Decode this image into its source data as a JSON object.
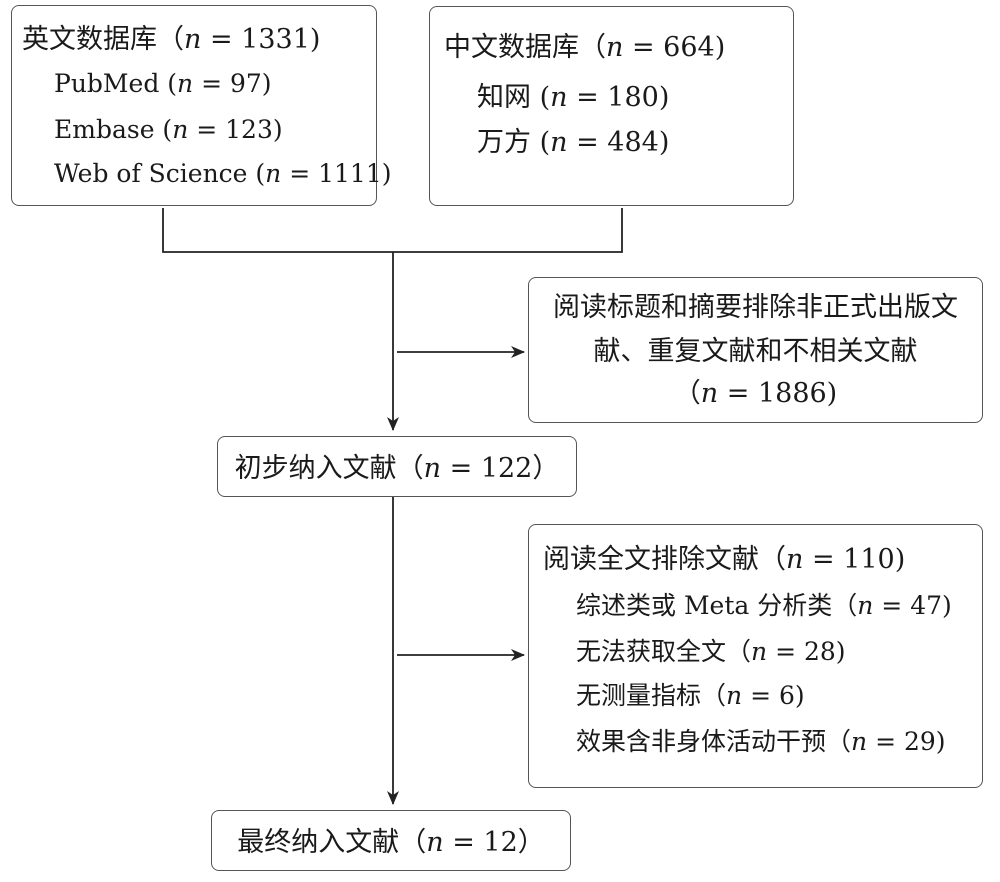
{
  "english_db": {
    "title": "英文数据库（",
    "title_n": "n",
    "title_val": " = 1331)",
    "items": [
      {
        "name": "PubMed (",
        "n": "n",
        "val": " = 97)"
      },
      {
        "name": "Embase (",
        "n": "n",
        "val": " = 123)"
      },
      {
        "name": "Web of Science (",
        "n": "n",
        "val": " = 1111)"
      }
    ]
  },
  "chinese_db": {
    "title": "中文数据库（",
    "title_n": "n",
    "title_val": " = 664)",
    "items": [
      {
        "name": "知网 (",
        "n": "n",
        "val": " = 180)"
      },
      {
        "name": "万方 (",
        "n": "n",
        "val": " = 484)"
      }
    ]
  },
  "exclude1": {
    "line1": "阅读标题和摘要排除非正式出版文",
    "line2": "献、重复文献和不相关文献",
    "line3_pre": "（",
    "line3_n": "n",
    "line3_val": " =  1886)"
  },
  "initial": {
    "label": "初步纳入文献（",
    "n": "n",
    "val": " = 122）"
  },
  "exclude2": {
    "title": "阅读全文排除文献（",
    "title_n": "n",
    "title_val": " = 110)",
    "items": [
      {
        "name": "综述类或 Meta 分析类（",
        "n": "n",
        "val": " = 47)"
      },
      {
        "name": "无法获取全文（",
        "n": "n",
        "val": " = 28)"
      },
      {
        "name": "无测量指标（",
        "n": "n",
        "val": " = 6)"
      },
      {
        "name": "效果含非身体活动干预（",
        "n": "n",
        "val": " = 29)"
      }
    ]
  },
  "final": {
    "label": "最终纳入文献（",
    "n": "n",
    "val": " = 12）"
  }
}
